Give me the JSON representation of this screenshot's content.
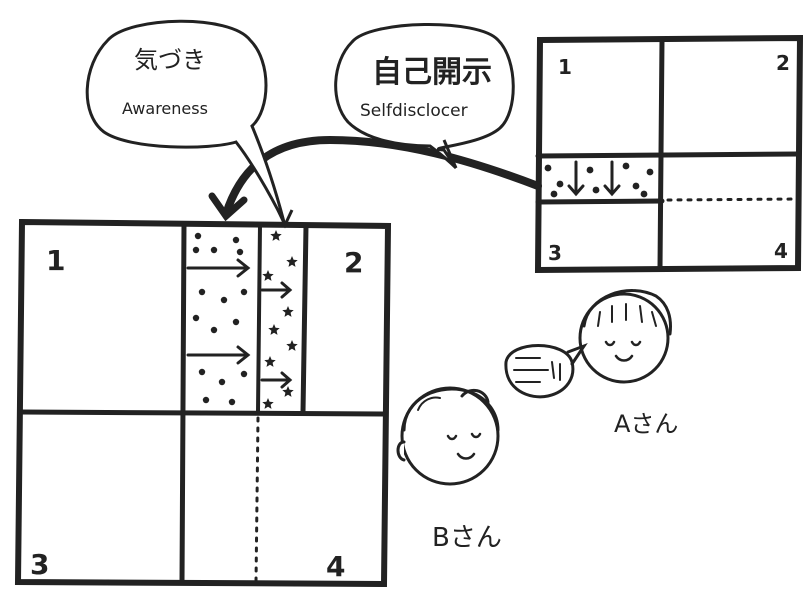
{
  "bubble_awareness": {
    "jp": "気づき",
    "en": "Awareness"
  },
  "bubble_self_disclosure": {
    "jp": "自己開示",
    "en": "Selfdisclocer"
  },
  "window_large": {
    "q1": "1",
    "q2": "2",
    "q3": "3",
    "q4": "4"
  },
  "window_small": {
    "q1": "1",
    "q2": "2",
    "q3": "3",
    "q4": "4"
  },
  "person_a": {
    "label": "Aさん"
  },
  "person_b": {
    "label": "Bさん"
  },
  "colors": {
    "ink": "#222222",
    "paper": "#ffffff"
  }
}
